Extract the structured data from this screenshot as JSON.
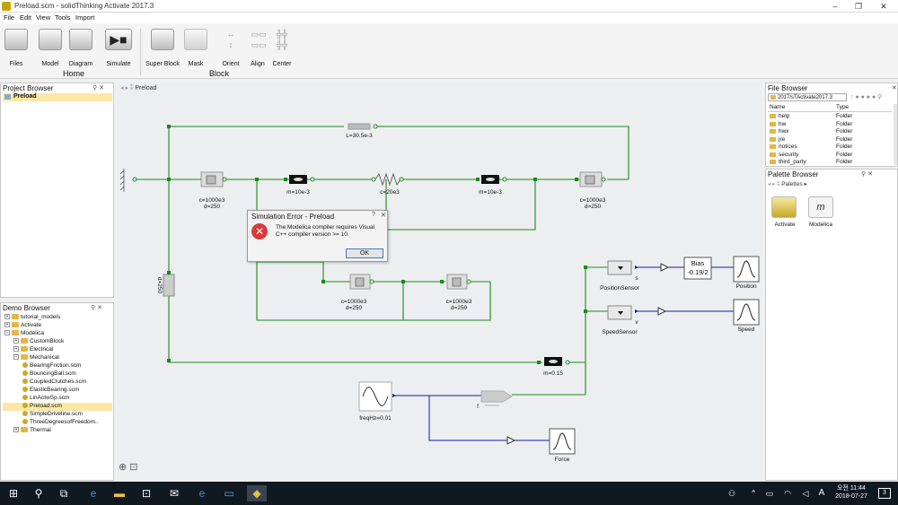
{
  "window": {
    "title": "Preload.scm - solidThinking Activate 2017.3",
    "minimize": "–",
    "maximize": "❐",
    "close": "✕"
  },
  "menu": [
    "File",
    "Edit",
    "View",
    "Tools",
    "Import"
  ],
  "ribbon": {
    "home_buttons": [
      "Files",
      "Model",
      "Diagram",
      "Simulate"
    ],
    "home_group": "Home",
    "block_buttons": [
      "Super Block",
      "Mask",
      "Orient",
      "Align",
      "Center"
    ],
    "block_group": "Block"
  },
  "project_browser": {
    "title": "Project Browser",
    "items": [
      "Preload"
    ]
  },
  "breadcrumb": "Preload",
  "demo_browser": {
    "title": "Demo Browser",
    "items": [
      {
        "label": "tutorial_models",
        "level": 0,
        "type": "folder",
        "toggle": "+"
      },
      {
        "label": "Activate",
        "level": 0,
        "type": "folder",
        "toggle": "+"
      },
      {
        "label": "Modelica",
        "level": 0,
        "type": "folder",
        "toggle": "−"
      },
      {
        "label": "CustomBlock",
        "level": 1,
        "type": "folder",
        "toggle": "+"
      },
      {
        "label": "Electrical",
        "level": 1,
        "type": "folder",
        "toggle": "+"
      },
      {
        "label": "Mechanical",
        "level": 1,
        "type": "folder",
        "toggle": "−"
      },
      {
        "label": "BearingFriction.scm",
        "level": 2,
        "type": "file"
      },
      {
        "label": "BouncingBall.scm",
        "level": 2,
        "type": "file"
      },
      {
        "label": "CoupledClutches.scm",
        "level": 2,
        "type": "file"
      },
      {
        "label": "ElasticBearing.scm",
        "level": 2,
        "type": "file"
      },
      {
        "label": "LinActwSp.scm",
        "level": 2,
        "type": "file"
      },
      {
        "label": "Preload.scm",
        "level": 2,
        "type": "file",
        "selected": true
      },
      {
        "label": "SimpleDriveline.scm",
        "level": 2,
        "type": "file"
      },
      {
        "label": "ThreeDegreesofFreedom..",
        "level": 2,
        "type": "file"
      },
      {
        "label": "Thermal",
        "level": 1,
        "type": "folder",
        "toggle": "+"
      }
    ]
  },
  "file_browser": {
    "title": "File Browser",
    "path": "2017/sTActivate2017.3",
    "columns": [
      "Name",
      "Type"
    ],
    "rows": [
      [
        "help",
        "Folder"
      ],
      [
        "hw",
        "Folder"
      ],
      [
        "hwx",
        "Folder"
      ],
      [
        "jre",
        "Folder"
      ],
      [
        "notices",
        "Folder"
      ],
      [
        "security",
        "Folder"
      ],
      [
        "third_party",
        "Folder"
      ]
    ]
  },
  "palette_browser": {
    "title": "Palette Browser",
    "breadcrumb": "Palettes",
    "items": [
      "Activate",
      "Modelica"
    ]
  },
  "diagram": {
    "labels": {
      "l": "L=30.5e-3",
      "c1": "c=1000e3",
      "d1": "d=250",
      "m1": "m=10e-3",
      "c2": "c=20e3",
      "m2": "m=10e-3",
      "c3": "c=1000e3",
      "d3": "d=250",
      "c4": "c=1000e3",
      "d4": "d=250",
      "c5": "c=1000e3",
      "d5": "d=250",
      "vert": "d=250",
      "m3": "m=0.15",
      "pos_sensor": "PositionSensor",
      "speed_sensor": "SpeedSensor",
      "s": "s",
      "v": "v",
      "f": "f",
      "bias": "Bias",
      "bias_val": "-0.19/2",
      "position": "Position",
      "speed": "Speed",
      "force": "Force",
      "freq": "freqHz=0.01"
    }
  },
  "dialog": {
    "title": "Simulation Error - Preload",
    "help": "?",
    "close": "✕",
    "message_line1": "The Modelica compiler requires Visual",
    "message_line2": "C++ compiler version >= 10.",
    "ok": "OK"
  },
  "taskbar": {
    "ime": "A",
    "ampm": "오전",
    "time": "11:44",
    "date": "2018-07-27",
    "notifications": "3"
  },
  "colors": {
    "wire_green": "#1a8a1a",
    "wire_blue": "#1a1a9a",
    "selection": "#fbe8a6",
    "taskbar": "#101820",
    "error": "#d83a3a"
  }
}
